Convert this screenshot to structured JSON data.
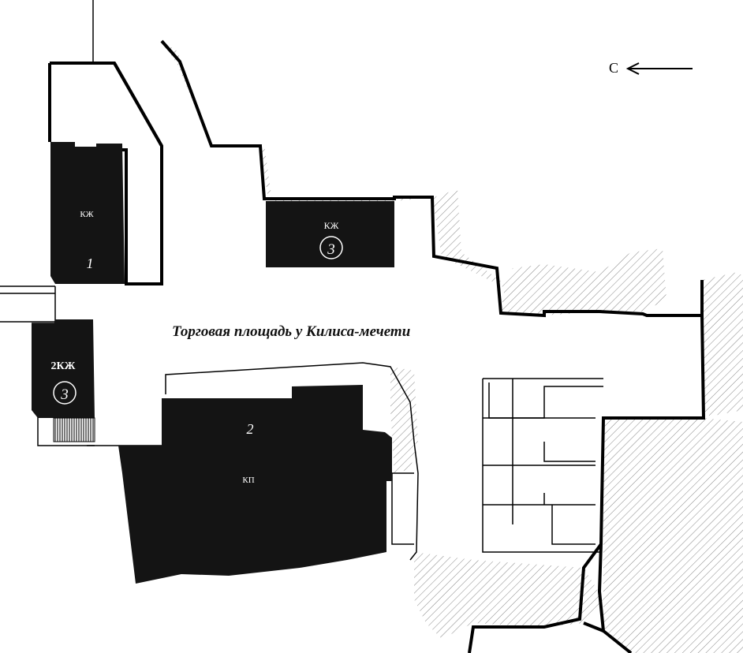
{
  "map": {
    "title": "Торговая площадь у Килиса-мечети",
    "north_label": "С",
    "colors": {
      "building": "#141414",
      "wall": "#000000",
      "hatch": "#777777",
      "bg": "#ffffff"
    }
  },
  "buildings": [
    {
      "id": "b1",
      "type": "КЖ",
      "number": "1"
    },
    {
      "id": "b2",
      "type": "КП",
      "number": "2"
    },
    {
      "id": "b3a",
      "type": "КЖ",
      "number": "3"
    },
    {
      "id": "b3b",
      "type": "2КЖ",
      "number": "3"
    }
  ]
}
